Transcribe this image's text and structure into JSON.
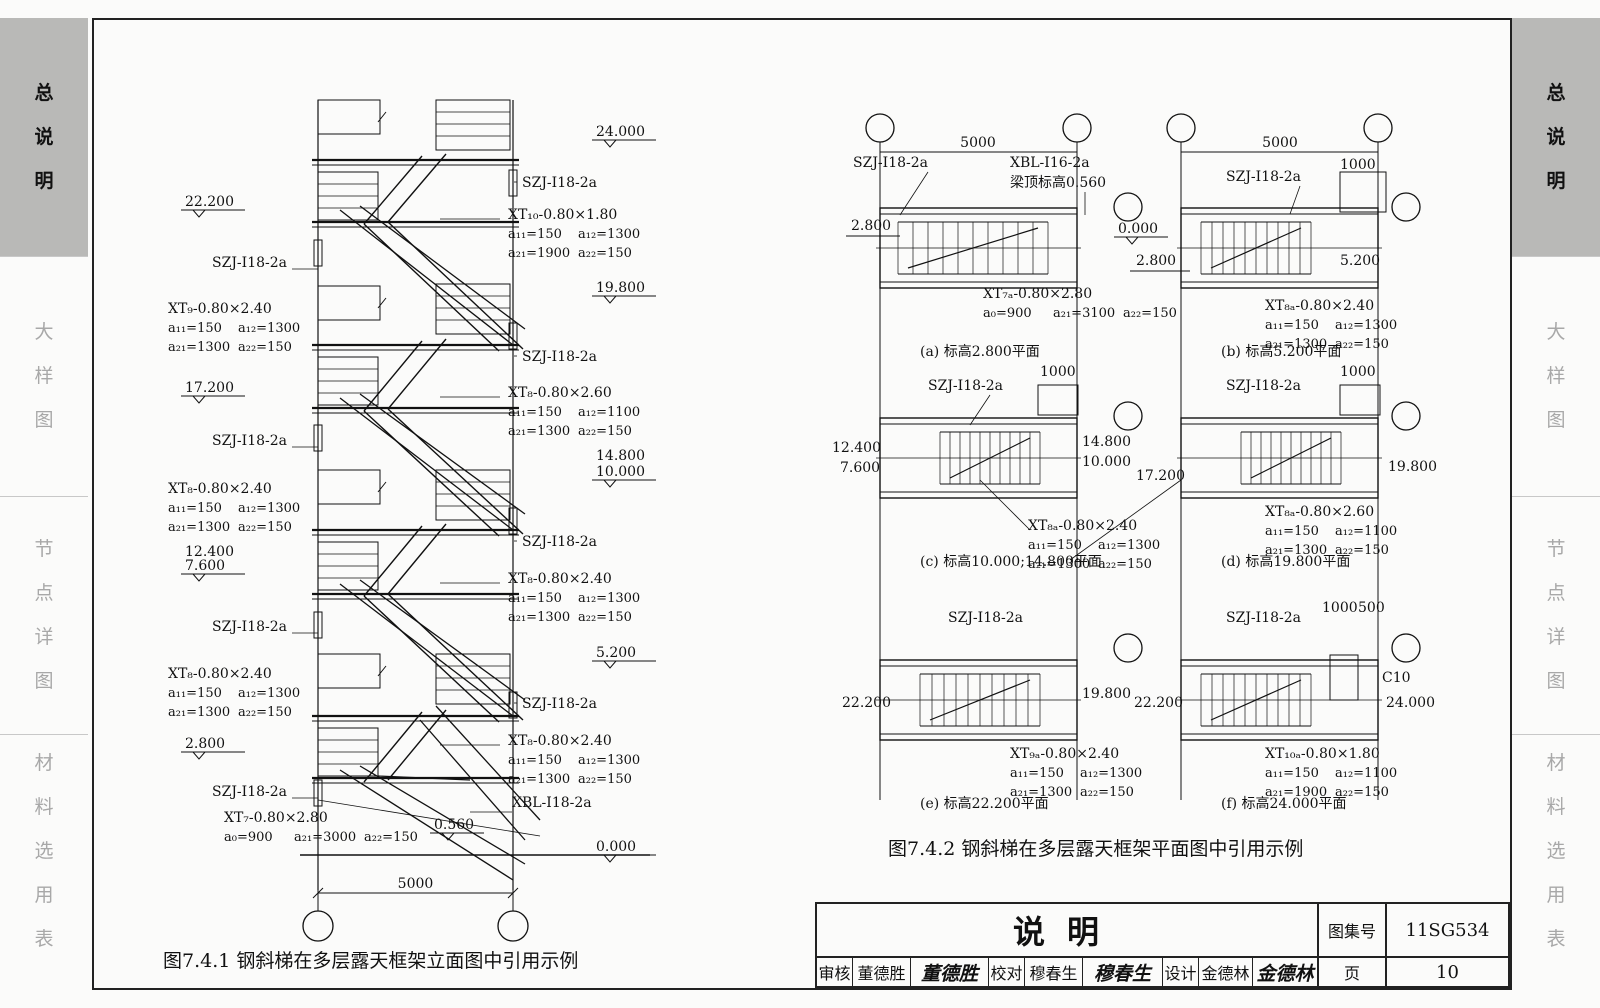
{
  "side_tabs": {
    "left": [
      {
        "label": "总说明",
        "active": true
      },
      {
        "label": "大样图",
        "active": false
      },
      {
        "label": "节点详图",
        "active": false
      },
      {
        "label": "材料选用表",
        "active": false
      }
    ],
    "right": [
      {
        "label": "总说明",
        "active": true
      },
      {
        "label": "大样图",
        "active": false
      },
      {
        "label": "节点详图",
        "active": false
      },
      {
        "label": "材料选用表",
        "active": false
      }
    ]
  },
  "fig1": {
    "caption": "图7.4.1 钢斜梯在多层露天框架立面图中引用示例",
    "span": "5000",
    "levels": {
      "l24000": "24.000",
      "l22200": "22.200",
      "l19800": "19.800",
      "l17200": "17.200",
      "l14800": "14.800",
      "l10000": "10.000",
      "l12400": "12.400",
      "l7600": "7.600",
      "l5200": "5.200",
      "l2800": "2.800",
      "l0560": "0.560",
      "l0000": "0.000"
    },
    "szj": "SZJ-I18-2a",
    "xbl": "XBL-I18-2a",
    "right_notes": [
      {
        "t": "XT₁₀-0.80×1.80",
        "p": [
          "a₁₁=150",
          "a₁₂=1300",
          "a₂₁=1900",
          "a₂₂=150"
        ]
      },
      {
        "t": "XT₈-0.80×2.60",
        "p": [
          "a₁₁=150",
          "a₁₂=1100",
          "a₂₁=1300",
          "a₂₂=150"
        ]
      },
      {
        "t": "XT₈-0.80×2.40",
        "p": [
          "a₁₁=150",
          "a₁₂=1300",
          "a₂₁=1300",
          "a₂₂=150"
        ]
      },
      {
        "t": "XT₈-0.80×2.40",
        "p": [
          "a₁₁=150",
          "a₁₂=1300",
          "a₂₁=1300",
          "a₂₂=150"
        ]
      }
    ],
    "left_notes": [
      {
        "t": "XT₉-0.80×2.40",
        "p": [
          "a₁₁=150",
          "a₁₂=1300",
          "a₂₁=1300",
          "a₂₂=150"
        ]
      },
      {
        "t": "XT₈-0.80×2.40",
        "p": [
          "a₁₁=150",
          "a₁₂=1300",
          "a₂₁=1300",
          "a₂₂=150"
        ]
      },
      {
        "t": "XT₈-0.80×2.40",
        "p": [
          "a₁₁=150",
          "a₁₂=1300",
          "a₂₁=1300",
          "a₂₂=150"
        ]
      }
    ],
    "bottom_note": {
      "t": "XT₇-0.80×2.80",
      "p": [
        "a₀=900",
        "a₂₁=3000",
        "a₂₂=150"
      ]
    }
  },
  "fig2": {
    "caption": "图7.4.2 钢斜梯在多层露天框架平面图中引用示例",
    "span": "5000",
    "dim1000": "1000",
    "dim500": "500",
    "szj": "SZJ-I18-2a",
    "xbl": "XBL-I16-2a",
    "xbl_note": "梁顶标高0.560",
    "c10": "C10",
    "panels": {
      "a": {
        "title": "(a) 标高2.800平面",
        "lv1": "2.800",
        "lv2": "0.000",
        "note": {
          "t": "XT₇ₐ-0.80×2.80",
          "p": [
            "a₀=900",
            "a₂₁=3100",
            "a₂₂=150"
          ]
        }
      },
      "b": {
        "title": "(b) 标高5.200平面",
        "lv1": "2.800",
        "lv2": "5.200",
        "note": {
          "t": "XT₈ₐ-0.80×2.40",
          "p": [
            "a₁₁=150",
            "a₁₂=1300",
            "a₂₁=1300",
            "a₂₂=150"
          ]
        }
      },
      "c": {
        "title": "(c) 标高10.000;14.800平面",
        "lv1": "12.400",
        "lv1b": "7.600",
        "lv2": "14.800",
        "lv2b": "10.000",
        "note": {
          "t": "XT₈ₐ-0.80×2.40",
          "p": [
            "a₁₁=150",
            "a₁₂=1300",
            "a₂₁=1300",
            "a₂₂=150"
          ]
        }
      },
      "d": {
        "title": "(d) 标高19.800平面",
        "lv1": "17.200",
        "lv2": "19.800",
        "note": {
          "t": "XT₈ₐ-0.80×2.60",
          "p": [
            "a₁₁=150",
            "a₁₂=1100",
            "a₂₁=1300",
            "a₂₂=150"
          ]
        }
      },
      "e": {
        "title": "(e) 标高22.200平面",
        "lv1": "22.200",
        "lv2": "19.800",
        "note": {
          "t": "XT₉ₐ-0.80×2.40",
          "p": [
            "a₁₁=150",
            "a₁₂=1300",
            "a₂₁=1300",
            "a₂₂=150"
          ]
        }
      },
      "f": {
        "title": "(f) 标高24.000平面",
        "lv1": "22.200",
        "lv2": "24.000",
        "note": {
          "t": "XT₁₀ₐ-0.80×1.80",
          "p": [
            "a₁₁=150",
            "a₁₂=1100",
            "a₂₁=1900",
            "a₂₂=150"
          ]
        }
      }
    }
  },
  "title_block": {
    "title": "说明",
    "atlas_label": "图集号",
    "atlas_no": "11SG534",
    "page_label": "页",
    "page_no": "10",
    "review_label": "审核",
    "reviewer": "董德胜",
    "reviewer_sig": "董德胜",
    "check_label": "校对",
    "checker": "穆春生",
    "checker_sig": "穆春生",
    "design_label": "设计",
    "designer": "金德林",
    "designer_sig": "金德林"
  }
}
